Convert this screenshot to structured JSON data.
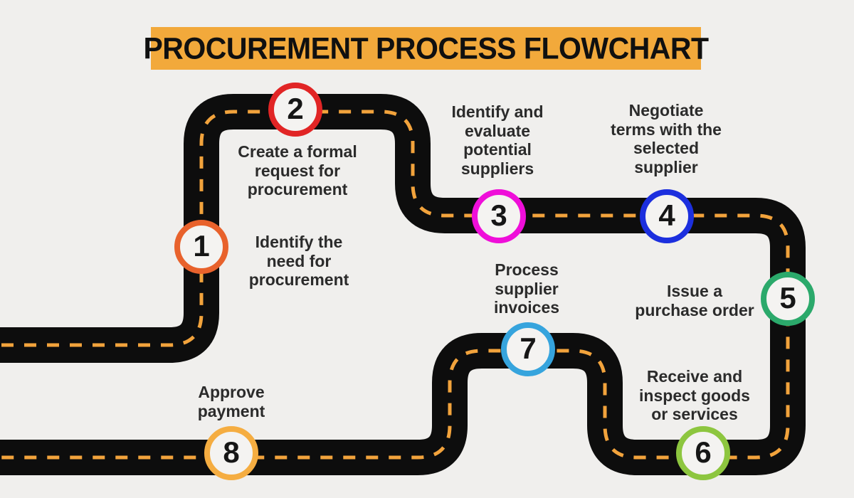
{
  "title": "PROCUREMENT PROCESS FLOWCHART",
  "colors": {
    "background": "#F0EFED",
    "banner": "#F2A93B",
    "road": "#0D0D0D",
    "dash": "#F2A33C",
    "label_text": "#2B2B2B"
  },
  "steps": [
    {
      "number": "1",
      "ring_color": "#E8622C",
      "label": "Identify the\nneed for\nprocurement"
    },
    {
      "number": "2",
      "ring_color": "#E12525",
      "label": "Create a formal\nrequest for\nprocurement"
    },
    {
      "number": "3",
      "ring_color": "#EF0ED9",
      "label": "Identify and\nevaluate\npotential\nsuppliers"
    },
    {
      "number": "4",
      "ring_color": "#1C2FDE",
      "label": "Negotiate\nterms with the\nselected\nsupplier"
    },
    {
      "number": "5",
      "ring_color": "#2BA96B",
      "label": "Issue a\npurchase order"
    },
    {
      "number": "6",
      "ring_color": "#8DC63F",
      "label": "Receive and\ninspect goods\nor services"
    },
    {
      "number": "7",
      "ring_color": "#36A4DD",
      "label": "Process\nsupplier\ninvoices"
    },
    {
      "number": "8",
      "ring_color": "#F5AD41",
      "label": "Approve\npayment"
    }
  ]
}
